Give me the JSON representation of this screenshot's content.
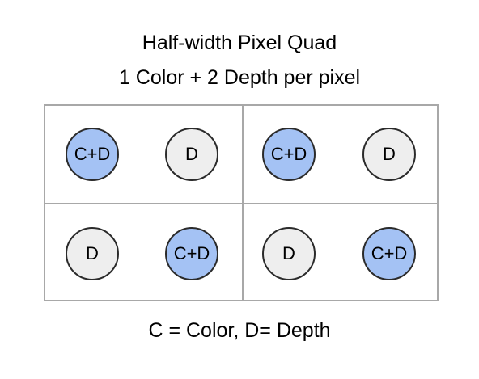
{
  "title": {
    "line1": "Half-width Pixel Quad",
    "line2": "1 Color + 2 Depth per pixel"
  },
  "colors": {
    "color_depth_fill": "#a4c2f4",
    "depth_fill": "#eeeeee",
    "grid_line": "#a8a8a8",
    "circle_outline": "#2b2b2b"
  },
  "pixels": [
    {
      "samples": [
        {
          "label": "C+D",
          "kind": "color-depth"
        },
        {
          "label": "D",
          "kind": "depth"
        }
      ]
    },
    {
      "samples": [
        {
          "label": "C+D",
          "kind": "color-depth"
        },
        {
          "label": "D",
          "kind": "depth"
        }
      ]
    },
    {
      "samples": [
        {
          "label": "D",
          "kind": "depth"
        },
        {
          "label": "C+D",
          "kind": "color-depth"
        }
      ]
    },
    {
      "samples": [
        {
          "label": "D",
          "kind": "depth"
        },
        {
          "label": "C+D",
          "kind": "color-depth"
        }
      ]
    }
  ],
  "legend": "C = Color, D= Depth"
}
